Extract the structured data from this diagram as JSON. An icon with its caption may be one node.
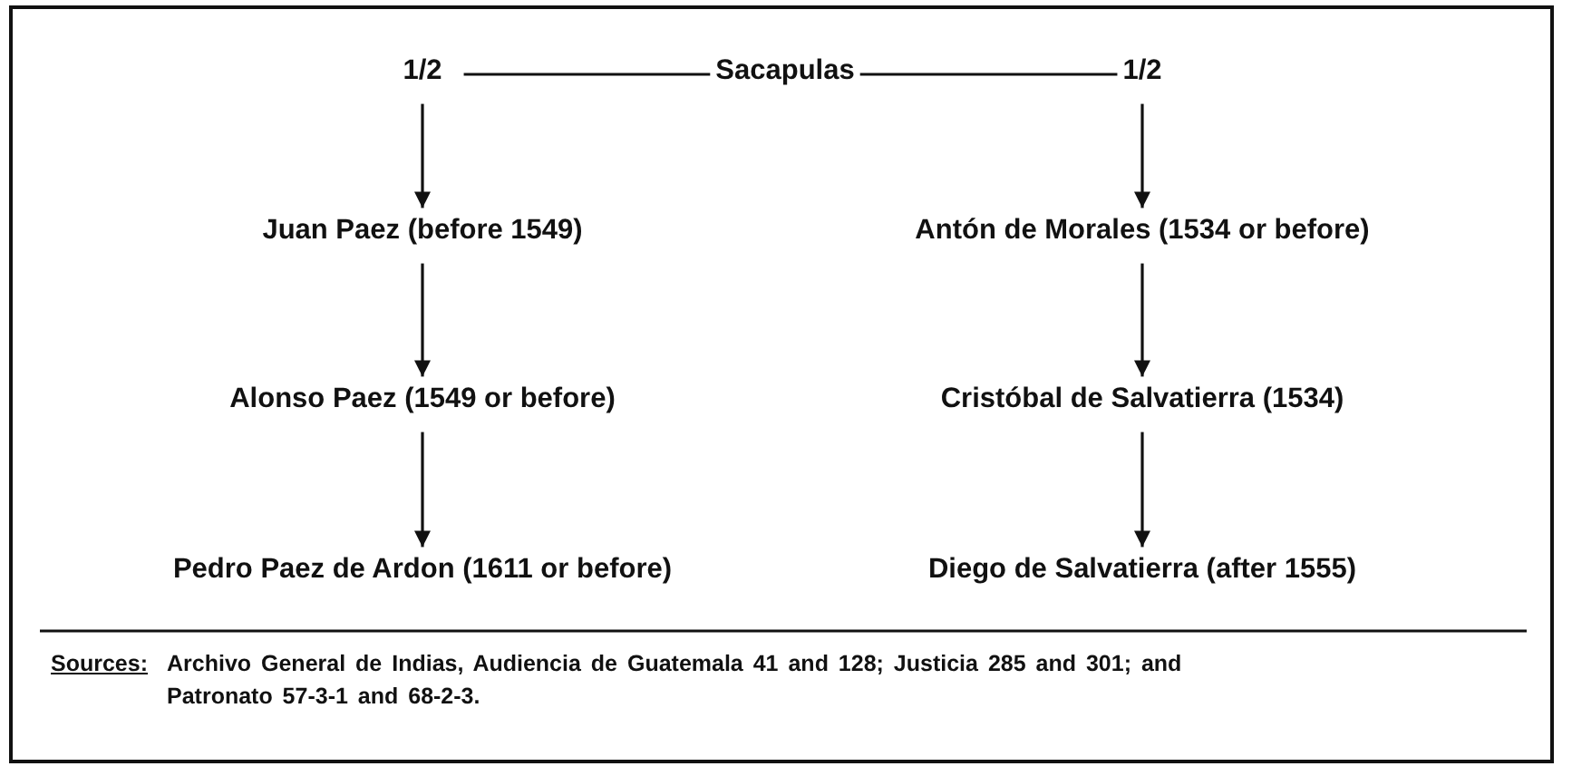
{
  "diagram": {
    "nodes": [
      {
        "text": [
          "1/2"
        ]
      },
      {
        "text": [
          "Sacapulas"
        ]
      },
      {
        "text": [
          "1/2"
        ]
      },
      {
        "text": [
          "Juan Paez (before 1549)"
        ]
      },
      {
        "text": [
          "Alonso Paez (1549 or before)"
        ]
      },
      {
        "text": [
          "Pedro Paez de Ardon (1611 or before)"
        ]
      },
      {
        "text": [
          "Antón de Morales (1534 or before)"
        ]
      },
      {
        "text": [
          "Cristóbal de Salvatierra (1534)"
        ]
      },
      {
        "text": [
          "Diego de Salvatierra (after 1555)"
        ]
      }
    ],
    "edges": [
      {
        "from": 1,
        "to": 0,
        "arrow": "none"
      },
      {
        "from": 1,
        "to": 2,
        "arrow": "none"
      },
      {
        "from": 0,
        "to": 3,
        "arrow": "to"
      },
      {
        "from": 3,
        "to": 4,
        "arrow": "to"
      },
      {
        "from": 4,
        "to": 5,
        "arrow": "to"
      },
      {
        "from": 2,
        "to": 6,
        "arrow": "to"
      },
      {
        "from": 6,
        "to": 7,
        "arrow": "to"
      },
      {
        "from": 7,
        "to": 8,
        "arrow": "to"
      }
    ],
    "labels": [
      "Sources:",
      "Archivo General de Indias, Audiencia de Guatemala 41 and 128; Justicia 285 and 301; and Patronato 57-3-1 and 68-2-3."
    ]
  }
}
